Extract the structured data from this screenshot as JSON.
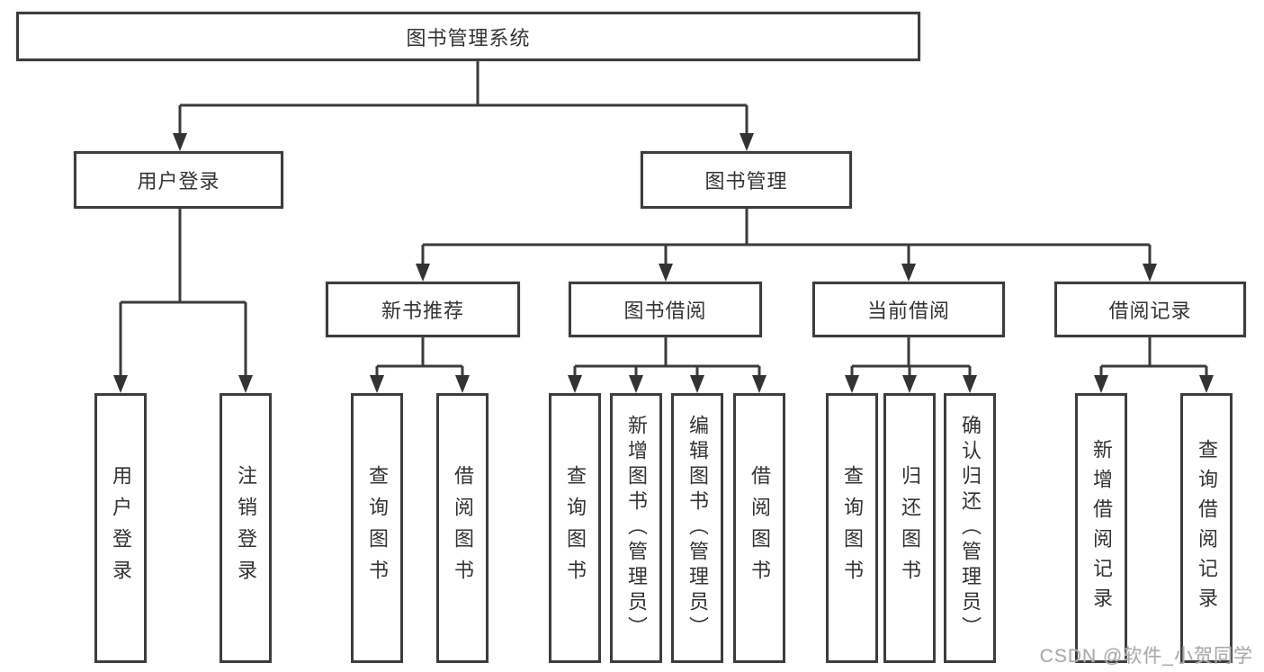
{
  "tree": {
    "label": "图书管理系统",
    "children": [
      {
        "label": "用户登录",
        "children": [
          {
            "label": "用户登录"
          },
          {
            "label": "注销登录"
          }
        ]
      },
      {
        "label": "图书管理",
        "children": [
          {
            "label": "新书推荐",
            "children": [
              {
                "label": "查询图书"
              },
              {
                "label": "借阅图书"
              }
            ]
          },
          {
            "label": "图书借阅",
            "children": [
              {
                "label": "查询图书"
              },
              {
                "label": "新增图书（管理员）"
              },
              {
                "label": "编辑图书（管理员）"
              },
              {
                "label": "借阅图书"
              }
            ]
          },
          {
            "label": "当前借阅",
            "children": [
              {
                "label": "查询图书"
              },
              {
                "label": "归还图书"
              },
              {
                "label": "确认归还（管理员）"
              }
            ]
          },
          {
            "label": "借阅记录",
            "children": [
              {
                "label": "新增借阅记录"
              },
              {
                "label": "查询借阅记录"
              }
            ]
          }
        ]
      }
    ]
  },
  "watermark": "CSDN @软件_小贺同学",
  "colors": {
    "line": "#3b3b3b",
    "box_border": "#3d3d3d",
    "text": "#333333",
    "watermark": "#ababab",
    "background": "#ffffff"
  }
}
